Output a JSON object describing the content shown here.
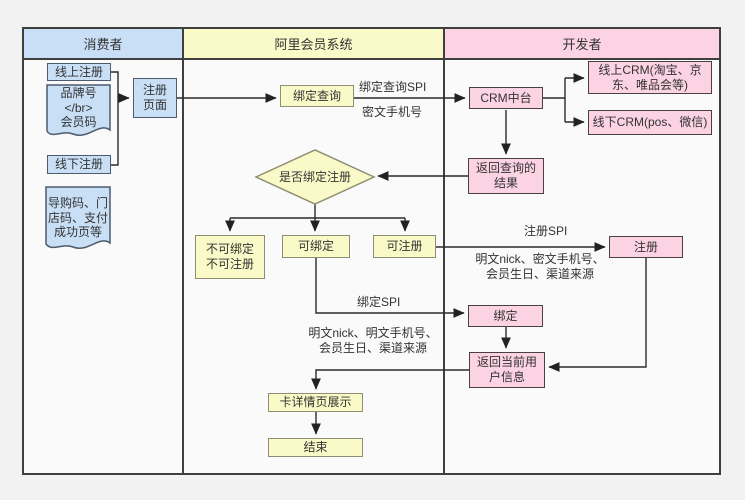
{
  "lanes": [
    {
      "label": "消费者",
      "color": "#c9dff6"
    },
    {
      "label": "阿里会员系统",
      "color": "#fafac8"
    },
    {
      "label": "开发者",
      "color": "#fbd3e3"
    }
  ],
  "nodes": {
    "online_reg": "线上注册",
    "brand_doc": "品牌号</br>\n会员码",
    "offline_reg": "线下注册",
    "guide_doc": "导购码、门\n店码、支付\n成功页等",
    "reg_page": "注册\n页面",
    "bind_query": "绑定查询",
    "crm_center": "CRM中台",
    "online_crm": "线上CRM(淘宝、京\n东、唯品会等)",
    "offline_crm": "线下CRM(pos、微信)",
    "return_query": "返回查询的\n结果",
    "decision": "是否绑定注册",
    "no_bind_no_reg": "不可绑定\n不可注册",
    "can_bind": "可绑定",
    "can_reg": "可注册",
    "register": "注册",
    "bind": "绑定",
    "return_user": "返回当前用\n户信息",
    "card_detail": "卡详情页展示",
    "end": "结束"
  },
  "edge_labels": {
    "bind_query_spi": "绑定查询SPI",
    "cipher_phone": "密文手机号",
    "reg_spi": "注册SPI",
    "reg_params": "明文nick、密文手机号、\n会员生日、渠道来源",
    "bind_spi": "绑定SPI",
    "bind_params": "明文nick、明文手机号、\n会员生日、渠道来源"
  },
  "colors": {
    "consumer_fill": "#c9dff6",
    "system_fill": "#fafac8",
    "developer_fill": "#fbd3e3",
    "frame_border": "#3f3f3f",
    "connector": "#2b2b2b"
  }
}
